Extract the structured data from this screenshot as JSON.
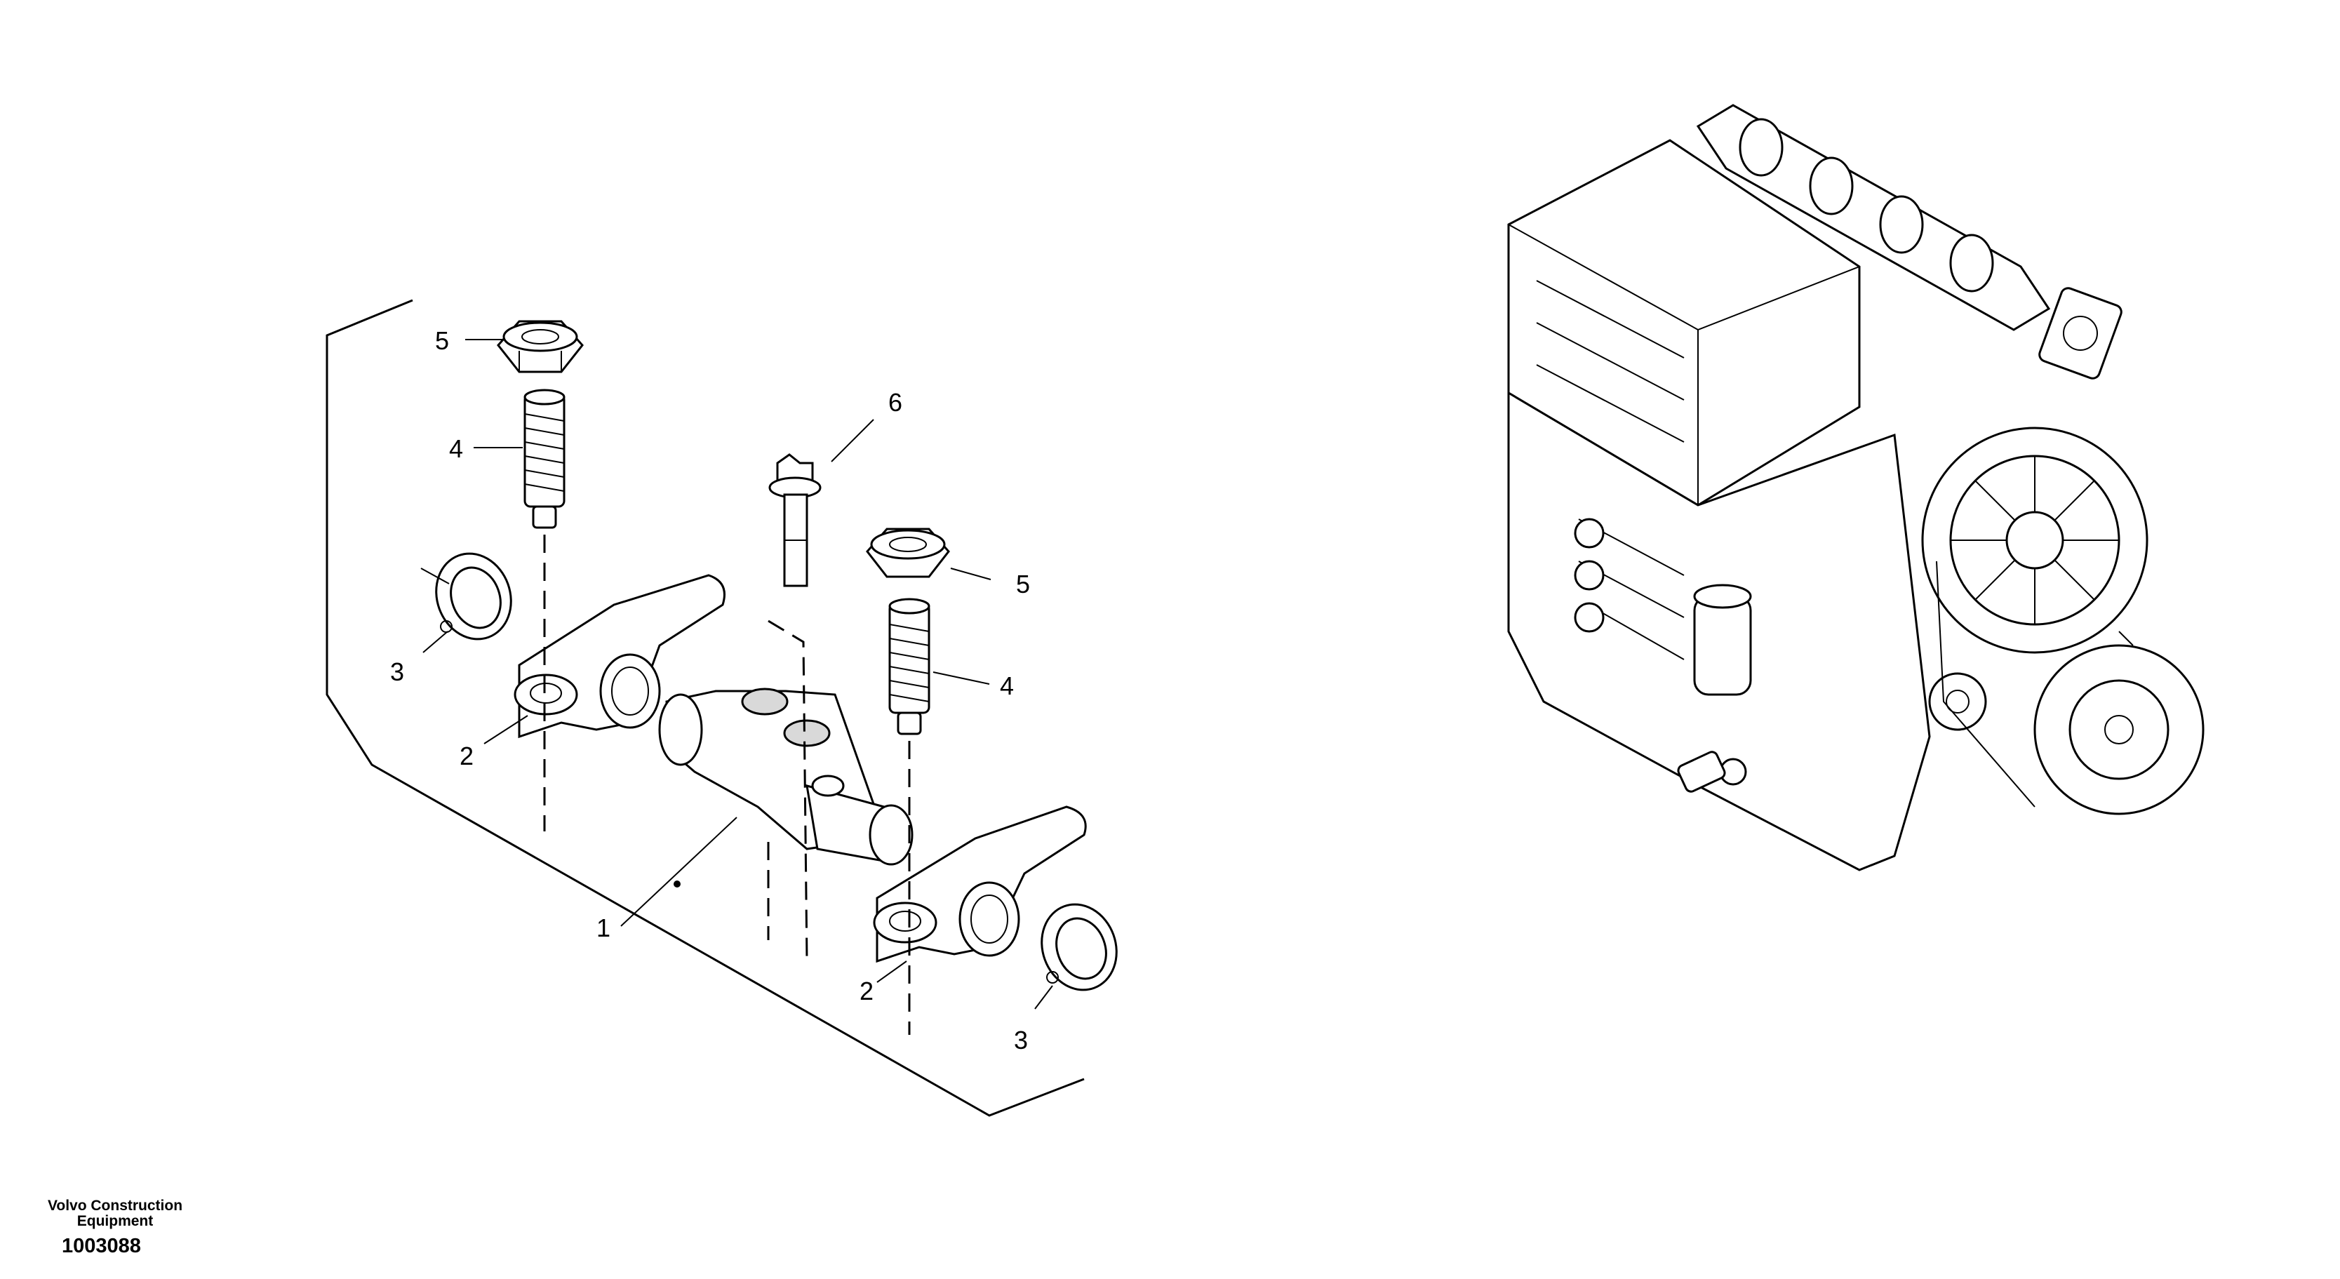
{
  "callouts": [
    {
      "id": "c1",
      "label": "1"
    },
    {
      "id": "c2a",
      "label": "2"
    },
    {
      "id": "c2b",
      "label": "2"
    },
    {
      "id": "c3a",
      "label": "3"
    },
    {
      "id": "c3b",
      "label": "3"
    },
    {
      "id": "c4a",
      "label": "4"
    },
    {
      "id": "c4b",
      "label": "4"
    },
    {
      "id": "c5a",
      "label": "5"
    },
    {
      "id": "c5b",
      "label": "5"
    },
    {
      "id": "c6",
      "label": "6"
    }
  ],
  "footer": {
    "brand_line1": "Volvo Construction",
    "brand_line2": "Equipment",
    "drawing_number": "1003088"
  }
}
